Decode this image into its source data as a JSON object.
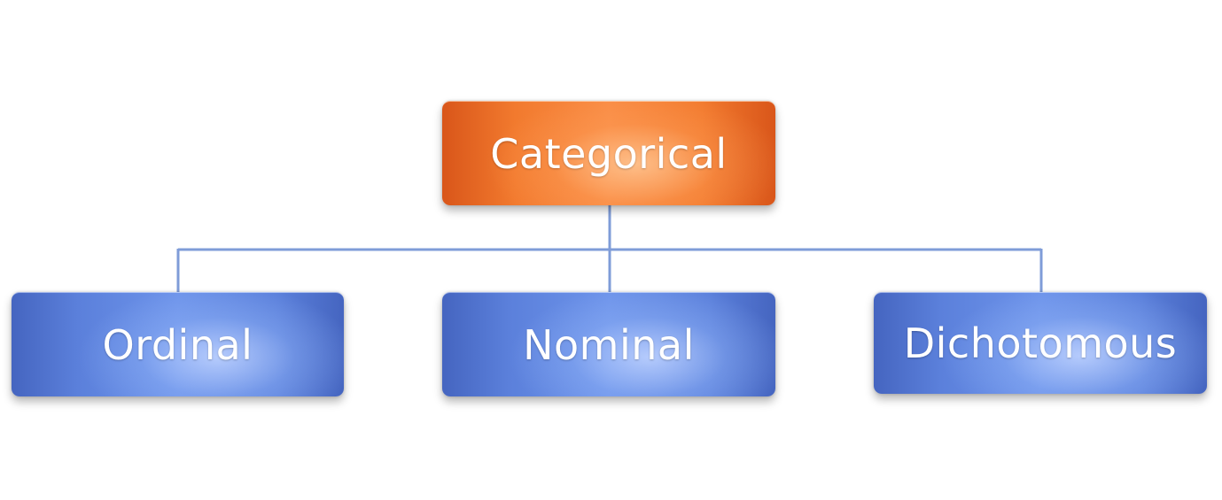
{
  "diagram": {
    "root": {
      "label": "Categorical",
      "color": "#f27a2e"
    },
    "children": [
      {
        "label": "Ordinal",
        "color": "#5b80db"
      },
      {
        "label": "Nominal",
        "color": "#5b80db"
      },
      {
        "label": "Dichotomous",
        "color": "#5b80db"
      }
    ],
    "connector_color": "#7f9cd8"
  }
}
